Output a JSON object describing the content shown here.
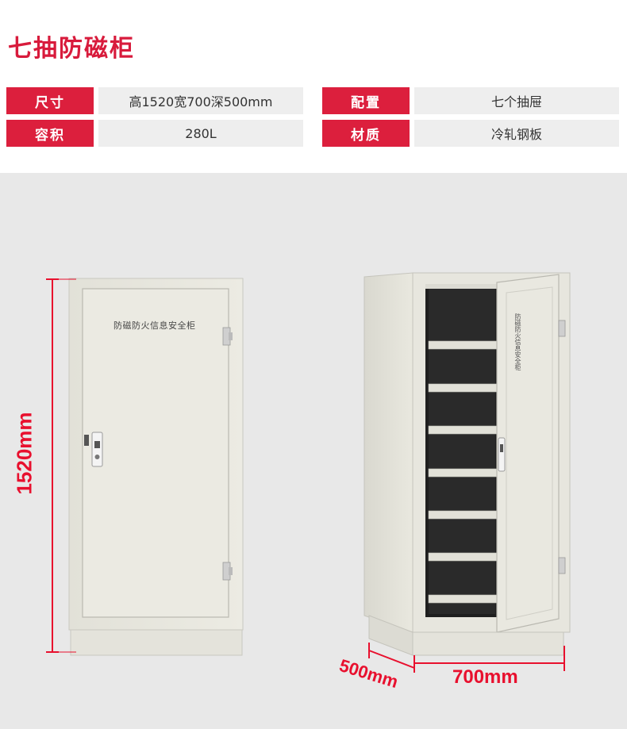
{
  "title": "七抽防磁柜",
  "specs": [
    {
      "label": "尺寸",
      "value": "高1520宽700深500mm"
    },
    {
      "label": "配置",
      "value": "七个抽屉"
    },
    {
      "label": "容积",
      "value": "280L"
    },
    {
      "label": "材质",
      "value": "冷轧钢板"
    }
  ],
  "cabinet": {
    "door_label": "防磁防火信息安全柜",
    "open_door_label": "防磁防火信息安全柜",
    "drawer_count": 7
  },
  "dimensions": {
    "height": "1520mm",
    "width": "700mm",
    "depth": "500mm"
  },
  "colors": {
    "accent": "#dc1f3d",
    "dimension": "#e8102e",
    "cabinet": "#e6e5dc"
  }
}
